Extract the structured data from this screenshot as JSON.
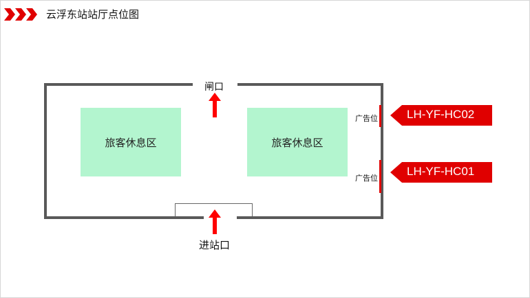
{
  "header": {
    "title": "云浮东站站厅点位图"
  },
  "plan": {
    "gate_label": "闸口",
    "entrance_label": "进站口",
    "zones": [
      "旅客休息区",
      "旅客休息区"
    ],
    "ad_points": [
      {
        "label": "广告位",
        "code": "LH-YF-HC02"
      },
      {
        "label": "广告位",
        "code": "LH-YF-HC01"
      }
    ]
  },
  "colors": {
    "accent": "#e00000",
    "zone": "#b3f5cf",
    "wall": "#595959"
  }
}
